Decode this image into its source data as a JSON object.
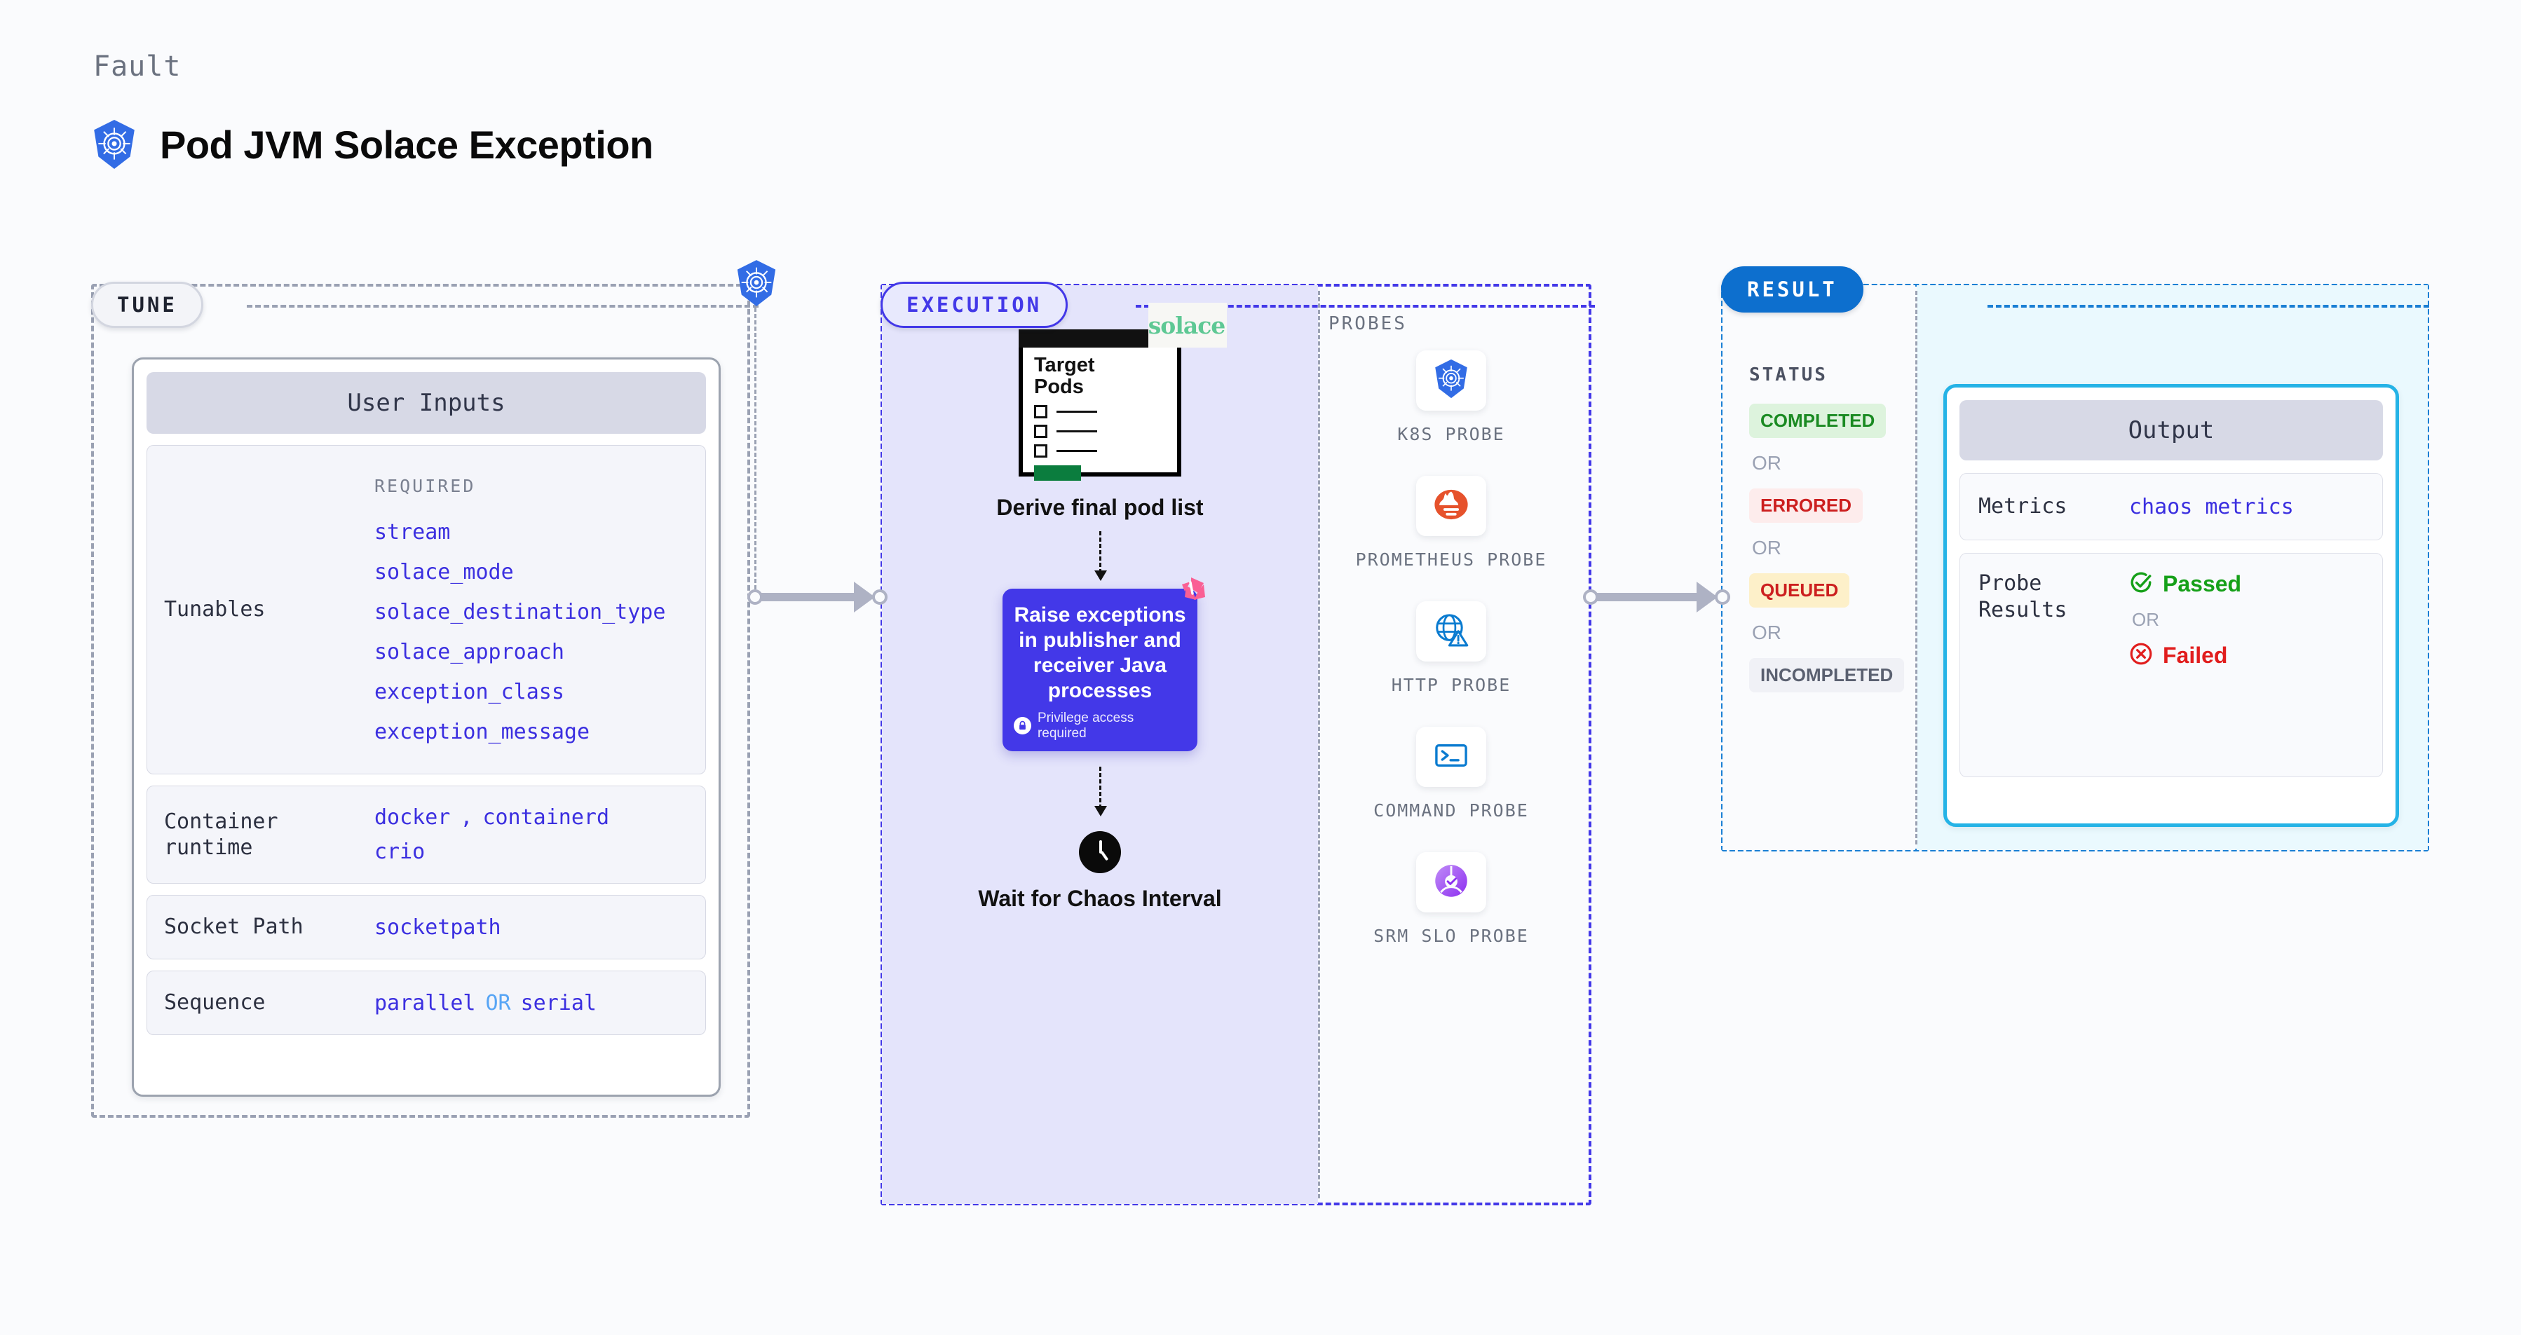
{
  "header": {
    "eyebrow": "Fault",
    "title": "Pod JVM Solace Exception",
    "icon": "kubernetes-icon"
  },
  "tune": {
    "pill_label": "TUNE",
    "card_title": "User Inputs",
    "rows": [
      {
        "label": "Tunables",
        "group_label": "REQUIRED",
        "values": [
          "stream",
          "solace_mode",
          "solace_destination_type",
          "solace_approach",
          "exception_class",
          "exception_message"
        ]
      },
      {
        "label": "Container runtime",
        "values": [
          "docker",
          "containerd",
          "crio"
        ],
        "separator": ","
      },
      {
        "label": "Socket Path",
        "values": [
          "socketpath"
        ]
      },
      {
        "label": "Sequence",
        "values": [
          "parallel",
          "serial"
        ],
        "separator": "OR"
      }
    ]
  },
  "execution": {
    "pill_label": "EXECUTION",
    "steps": {
      "target_pods_title": "Target\nPods",
      "target_pods_line1": "Target",
      "target_pods_line2": "Pods",
      "solace_logo_text": "solace",
      "derive_caption": "Derive final pod list",
      "action_text": "Raise exceptions in publisher and receiver Java processes",
      "action_note": "Privilege access required",
      "wait_caption": "Wait for Chaos Interval"
    },
    "probes_label": "PROBES",
    "probes": [
      {
        "name": "K8S PROBE",
        "icon": "kubernetes-icon"
      },
      {
        "name": "PROMETHEUS PROBE",
        "icon": "prometheus-icon"
      },
      {
        "name": "HTTP PROBE",
        "icon": "http-globe-warning-icon"
      },
      {
        "name": "COMMAND PROBE",
        "icon": "terminal-icon"
      },
      {
        "name": "SRM SLO PROBE",
        "icon": "srm-slo-icon"
      }
    ]
  },
  "result": {
    "pill_label": "RESULT",
    "status_label": "STATUS",
    "statuses": [
      "COMPLETED",
      "ERRORED",
      "QUEUED",
      "INCOMPLETED"
    ],
    "or_text": "OR",
    "output": {
      "title": "Output",
      "metrics_label": "Metrics",
      "metrics_value": "chaos metrics",
      "probe_results_label": "Probe Results",
      "passed": "Passed",
      "failed": "Failed",
      "or_text": "OR"
    }
  },
  "colors": {
    "accent_purple": "#4338e8",
    "accent_blue": "#0d6fce",
    "accent_cyan": "#25b3e6",
    "mono_blue": "#3b2fe0",
    "gray_dash": "#9aa1b3",
    "bg": "#fafbfd",
    "exec_fill": "#e4e4fb",
    "result_fill": "#eaf9fe",
    "status_completed": "#1a8a22",
    "status_errored": "#cc1f1f",
    "status_queued": "#cc1f1f",
    "status_incompleted": "#5a6070",
    "passed": "#16a019",
    "failed": "#e11d1d",
    "solace_green": "#5ec894",
    "litmus_pink": "#fa5f94"
  }
}
